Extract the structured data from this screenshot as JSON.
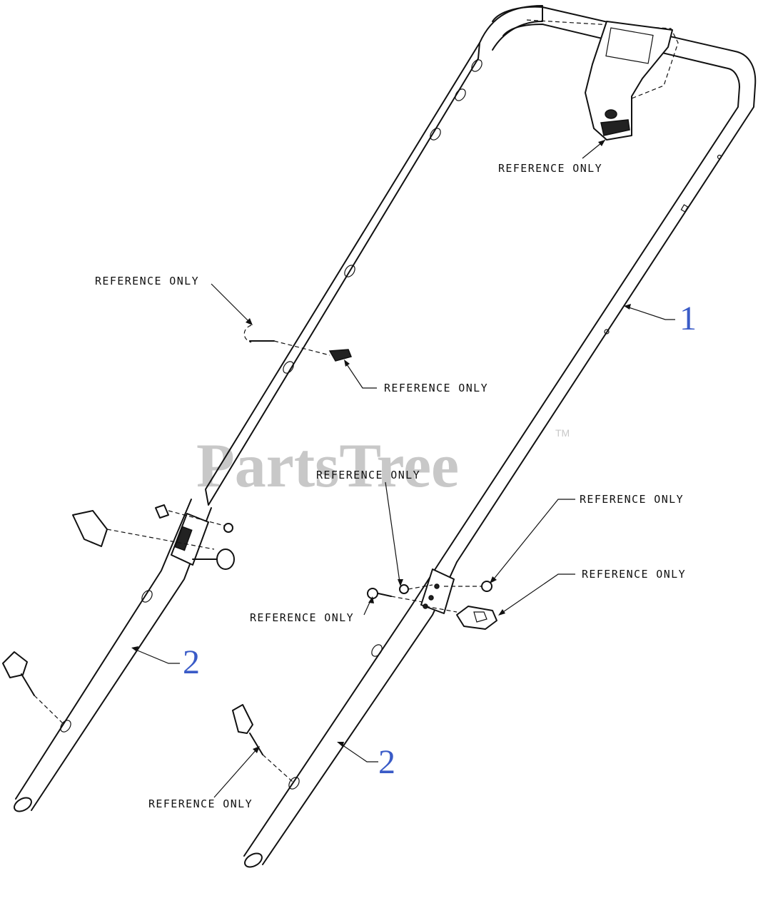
{
  "watermark": {
    "text": "PartsTree",
    "trademark": "TM",
    "color": "#c8c8c8"
  },
  "callout_color": "#3a5bc7",
  "callouts": [
    {
      "id": "1",
      "label": "1"
    },
    {
      "id": "2a",
      "label": "2"
    },
    {
      "id": "2b",
      "label": "2"
    }
  ],
  "reference_labels": [
    "REFERENCE ONLY",
    "REFERENCE ONLY",
    "REFERENCE ONLY",
    "REFERENCE ONLY",
    "REFERENCE ONLY",
    "REFERENCE ONLY",
    "REFERENCE ONLY",
    "REFERENCE ONLY"
  ]
}
